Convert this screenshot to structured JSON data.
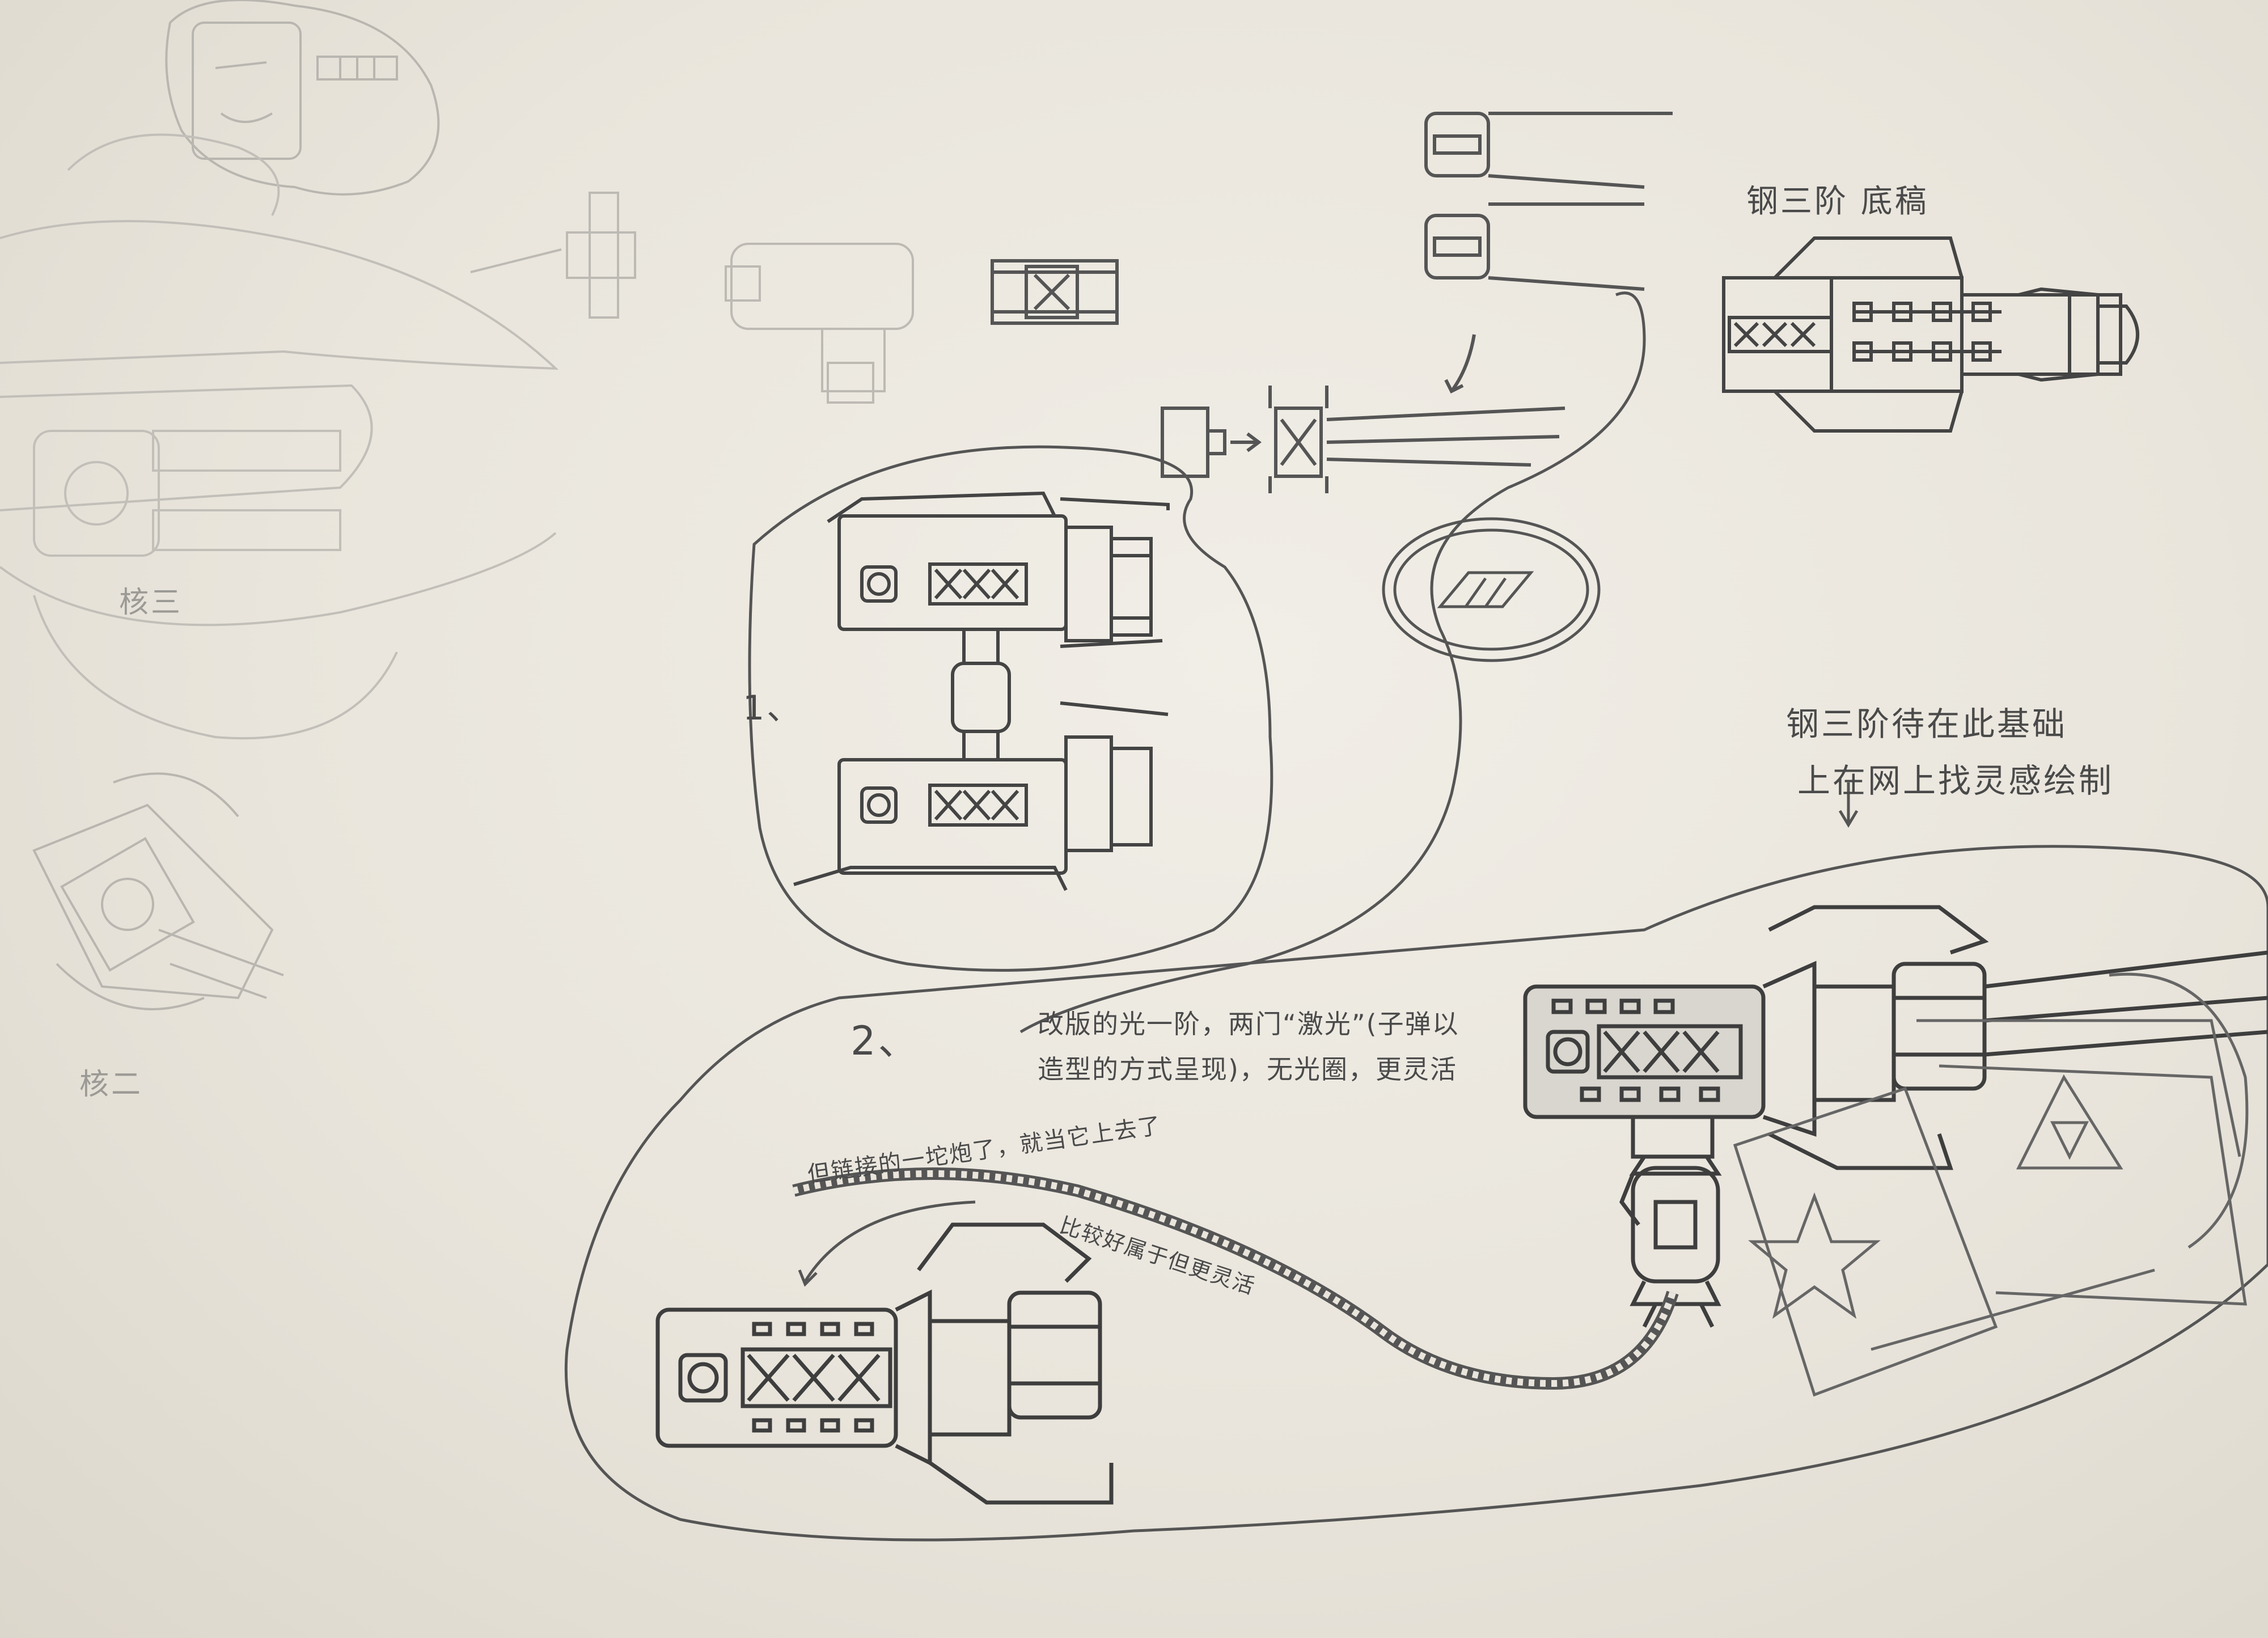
{
  "notes": {
    "top_right_title": "钢三阶 底稿",
    "right_note_line1": "钢三阶待在此基础",
    "right_note_line2": "上在网上找灵感绘制",
    "number_1": "1、",
    "number_2": "2、",
    "middle_note_line1": "改版的光一阶，两门“激光”(子弹以",
    "middle_note_line2": "造型的方式呈现)，无光圈，更灵活",
    "bottom_note_line1": "但链接的一坨炮了，就当它上去了",
    "bottom_note_line2": "比较好属于但更灵活",
    "left_label_1": "核三",
    "left_label_2": "核二"
  }
}
